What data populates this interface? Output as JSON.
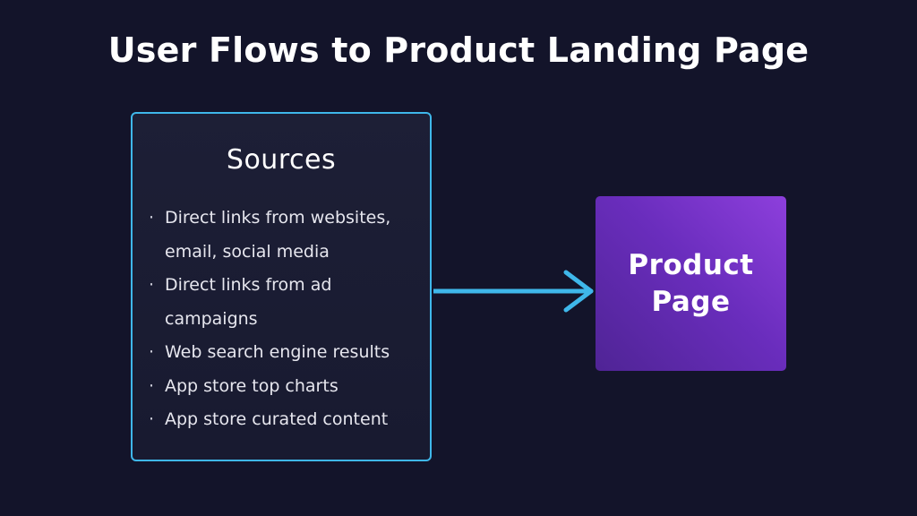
{
  "title": "User Flows to Product Landing Page",
  "sources": {
    "heading": "Sources",
    "items": [
      {
        "bullet": "·",
        "line1": "Direct links from websites,",
        "line2": "email, social media"
      },
      {
        "bullet": "·",
        "line1": "Direct links from ad",
        "line2": "campaigns"
      },
      {
        "bullet": "·",
        "line1": "Web search engine results",
        "line2": ""
      },
      {
        "bullet": "·",
        "line1": "App store top charts",
        "line2": ""
      },
      {
        "bullet": "·",
        "line1": "App store curated content",
        "line2": ""
      }
    ]
  },
  "target": {
    "label": "Product Page"
  },
  "colors": {
    "background": "#13142a",
    "source_border": "#3fb7ea",
    "arrow": "#3fb7ea",
    "target_start": "#8d3fdc",
    "target_end": "#4f2495"
  },
  "icons": {
    "connector": "arrow-right-icon"
  }
}
